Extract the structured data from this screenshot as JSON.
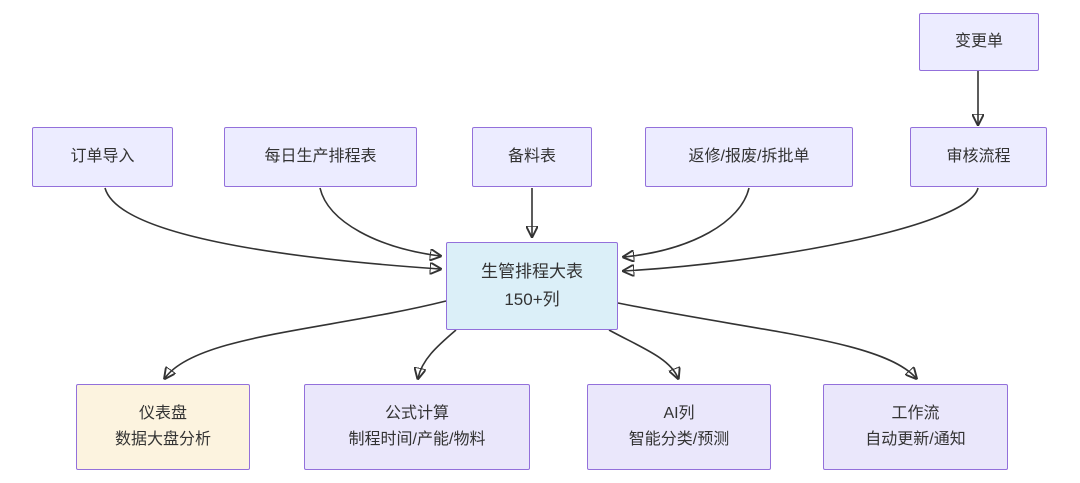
{
  "diagram": {
    "type": "flowchart",
    "arrow_color": "#333333",
    "colors": {
      "source_node_fill": "#ECECFF",
      "node_border": "#9370DB",
      "main_node_fill": "#DBEFF8",
      "dashboard_node_fill": "#FCF3DF",
      "output_node_fill": "#EAE7FB",
      "edge_stroke": "#333333"
    },
    "nodes": {
      "change_order": {
        "label": "变更单"
      },
      "order_import": {
        "label": "订单导入"
      },
      "daily_schedule": {
        "label": "每日生产排程表"
      },
      "material_list": {
        "label": "备料表"
      },
      "rework_scrap": {
        "label": "返修/报废/拆批单"
      },
      "review_flow": {
        "label": "审核流程"
      },
      "main_table": {
        "line1": "生管排程大表",
        "line2": "150+列"
      },
      "dashboard": {
        "line1": "仪表盘",
        "line2": "数据大盘分析"
      },
      "formula": {
        "line1": "公式计算",
        "line2": "制程时间/产能/物料"
      },
      "ai_column": {
        "line1": "AI列",
        "line2": "智能分类/预测"
      },
      "workflow": {
        "line1": "工作流",
        "line2": "自动更新/通知"
      }
    },
    "edges": [
      {
        "from": "变更单",
        "to": "审核流程"
      },
      {
        "from": "订单导入",
        "to": "生管排程大表"
      },
      {
        "from": "每日生产排程表",
        "to": "生管排程大表"
      },
      {
        "from": "备料表",
        "to": "生管排程大表"
      },
      {
        "from": "返修/报废/拆批单",
        "to": "生管排程大表"
      },
      {
        "from": "审核流程",
        "to": "生管排程大表"
      },
      {
        "from": "生管排程大表",
        "to": "仪表盘"
      },
      {
        "from": "生管排程大表",
        "to": "公式计算"
      },
      {
        "from": "生管排程大表",
        "to": "AI列"
      },
      {
        "from": "生管排程大表",
        "to": "工作流"
      }
    ]
  }
}
